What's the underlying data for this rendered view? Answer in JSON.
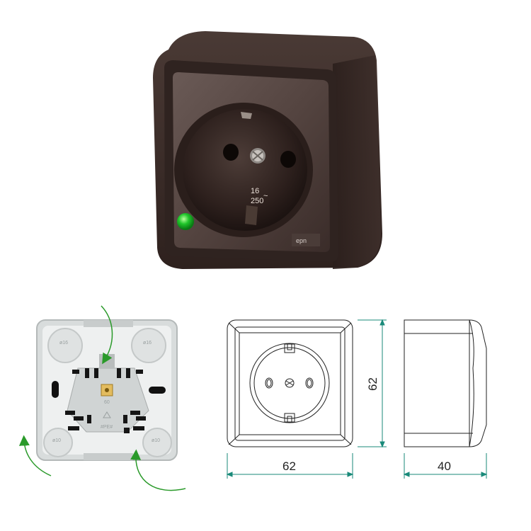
{
  "product": {
    "brand_logo": "epn",
    "rating_amps": "16",
    "rating_volts": "250",
    "rating_symbol": "~",
    "indicator_color": "#1fc52a",
    "body_color": "#3b2d29"
  },
  "back_view": {
    "hole_labels": [
      "ø16",
      "ø16",
      "ø10",
      "ø10"
    ],
    "center_label": "60",
    "mark_label": "#PE#"
  },
  "drawings": {
    "front_width": "62",
    "front_height": "62",
    "side_depth": "40",
    "dimension_color": "#1a8a7a"
  }
}
